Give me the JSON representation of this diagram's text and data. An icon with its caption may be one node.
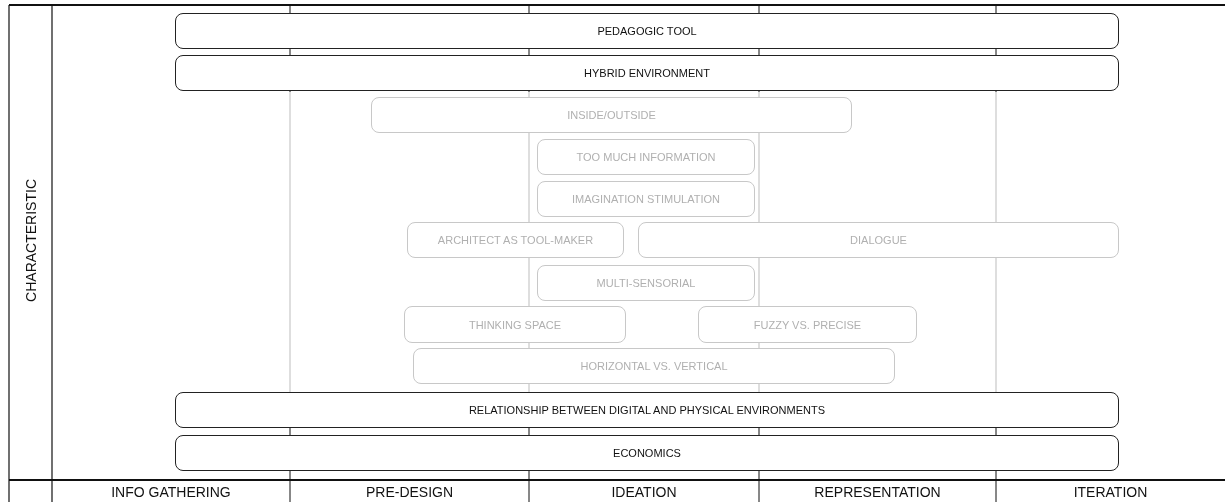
{
  "diagram": {
    "nodes": [
      {
        "text": [
          "PEDAGOGIC TOOL"
        ]
      },
      {
        "text": [
          "HYBRID ENVIRONMENT"
        ]
      },
      {
        "text": [
          "INSIDE/OUTSIDE"
        ]
      },
      {
        "text": [
          "TOO MUCH INFORMATION"
        ]
      },
      {
        "text": [
          "IMAGINATION STIMULATION"
        ]
      },
      {
        "text": [
          "ARCHITECT AS TOOL-MAKER"
        ]
      },
      {
        "text": [
          "DIALOGUE"
        ]
      },
      {
        "text": [
          "MULTI-SENSORIAL"
        ]
      },
      {
        "text": [
          "THINKING SPACE"
        ]
      },
      {
        "text": [
          "FUZZY VS. PRECISE"
        ]
      },
      {
        "text": [
          "HORIZONTAL VS. VERTICAL"
        ]
      },
      {
        "text": [
          "RELATIONSHIP BETWEEN DIGITAL AND PHYSICAL ENVIRONMENTS"
        ]
      },
      {
        "text": [
          "ECONOMICS"
        ]
      }
    ],
    "edges": [],
    "labels": [
      "CHARACTERISTIC",
      "INFO GATHERING",
      "PRE-DESIGN",
      "IDEATION",
      "REPRESENTATION",
      "ITERATION"
    ]
  }
}
